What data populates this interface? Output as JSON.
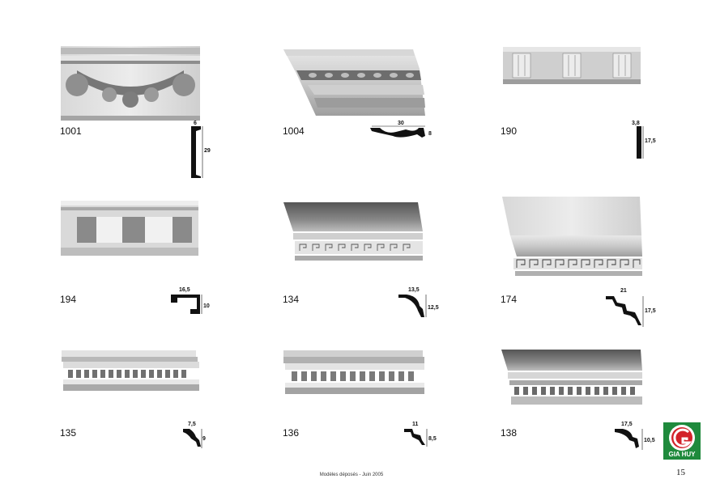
{
  "products": [
    {
      "code": "1001",
      "dims": [
        "6",
        "29"
      ]
    },
    {
      "code": "1004",
      "dims": [
        "30",
        "8"
      ]
    },
    {
      "code": "190",
      "dims": [
        "3,8",
        "17,5"
      ]
    },
    {
      "code": "194",
      "dims": [
        "16,5",
        "10"
      ]
    },
    {
      "code": "134",
      "dims": [
        "13,5",
        "12,5"
      ]
    },
    {
      "code": "174",
      "dims": [
        "21",
        "17,5"
      ]
    },
    {
      "code": "135",
      "dims": [
        "7,5",
        "9"
      ]
    },
    {
      "code": "136",
      "dims": [
        "11",
        "8,5"
      ]
    },
    {
      "code": "138",
      "dims": [
        "17,5",
        "10,5"
      ]
    }
  ],
  "footer": {
    "text": "Modèles déposés - Juin 2005",
    "page_number": "15"
  },
  "logo": {
    "text": "GIA HUY",
    "colors": {
      "red": "#d2232a",
      "green": "#1f8a3c"
    }
  }
}
